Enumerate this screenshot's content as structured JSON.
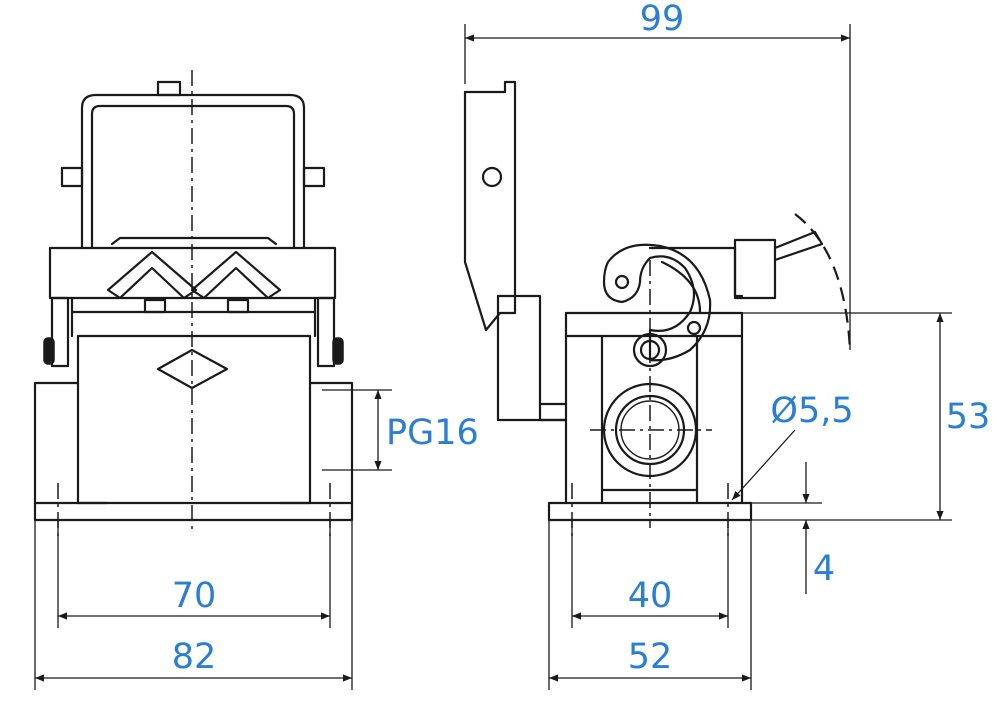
{
  "drawing": {
    "accent_color": "#2a7fd4",
    "line_color": "#1a1a1a",
    "front_view": {
      "dim_inner_width": "70",
      "dim_outer_width": "82",
      "dim_cable_entry": "PG16"
    },
    "side_view": {
      "dim_total_length": "99",
      "dim_height": "53",
      "dim_hole_diameter": "Ø5,5",
      "dim_inner_width": "40",
      "dim_outer_width": "52",
      "dim_base_thickness": "4"
    }
  }
}
